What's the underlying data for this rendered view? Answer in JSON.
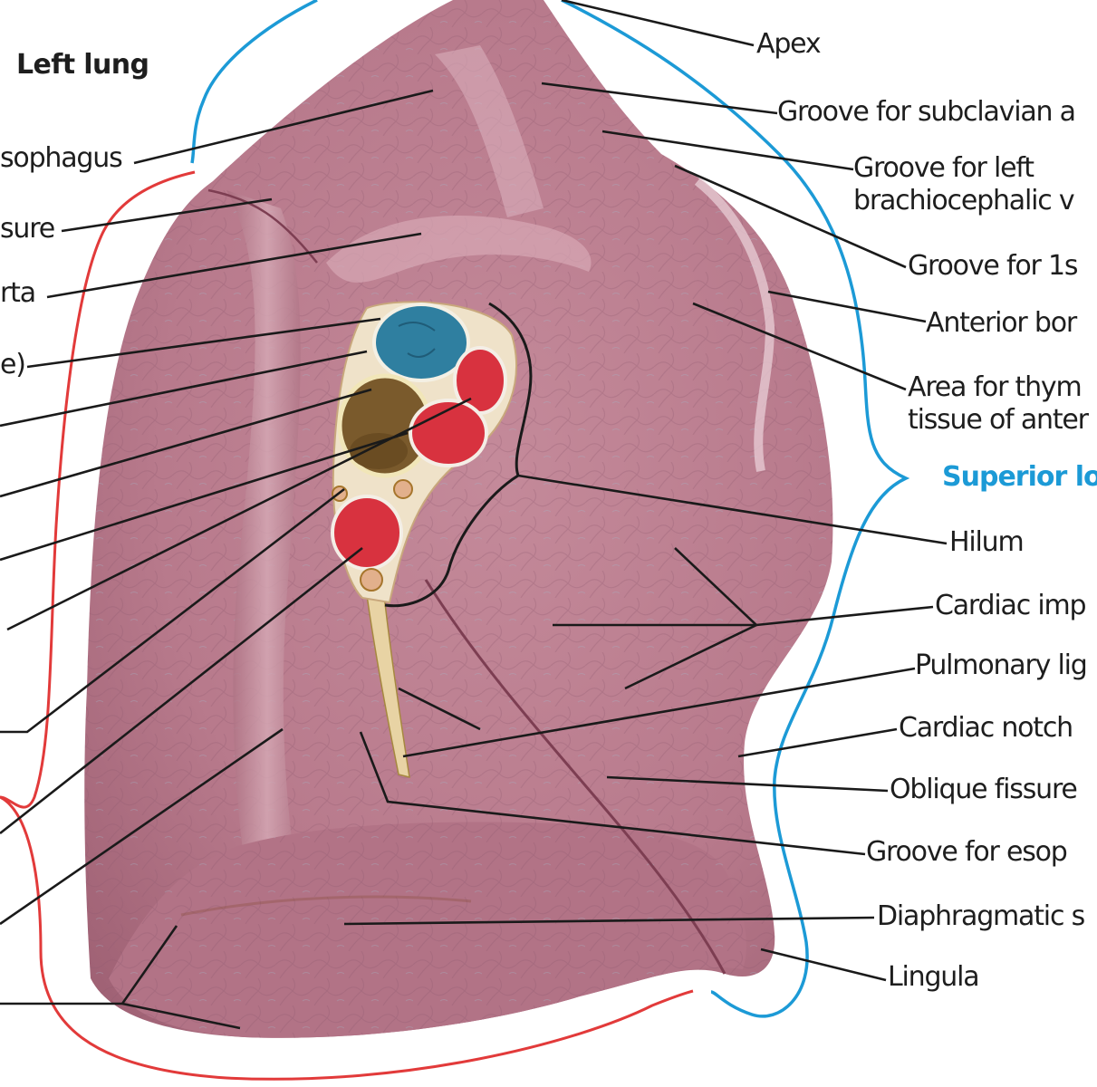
{
  "title": "Left lung",
  "labels": {
    "apex": "Apex",
    "groove_subclavian": "Groove for subclavian a",
    "groove_brachio_1": "Groove for left",
    "groove_brachio_2": "brachiocephalic v",
    "groove_first_rib": "Groove for 1s",
    "anterior_border": "Anterior bor",
    "area_thymus_1": "Area for thym",
    "area_thymus_2": "tissue of anter",
    "superior_lobe": "Superior lo",
    "hilum": "Hilum",
    "cardiac_impression": "Cardiac imp",
    "pulmonary_ligament": "Pulmonary lig",
    "cardiac_notch": "Cardiac notch",
    "oblique_fissure": "Oblique fissure",
    "groove_esophagus": "Groove for esop",
    "diaphragmatic": "Diaphragmatic s",
    "lingula": "Lingula",
    "left_esophagus": "sophagus",
    "left_fissure": "sure",
    "left_aorta": "rta",
    "left_paren": "e)"
  },
  "colors": {
    "lung": "#b87a8c",
    "lung_dark": "#8e5468",
    "lung_light": "#d7a8b5",
    "superior_lobe_bracket": "#1c9ad6",
    "inferior_lobe_bracket": "#e23a3a",
    "artery": "#2f7fa0",
    "vein": "#d8323f",
    "bronchus": "#7a5a2c",
    "leader": "#1a1a1a"
  }
}
